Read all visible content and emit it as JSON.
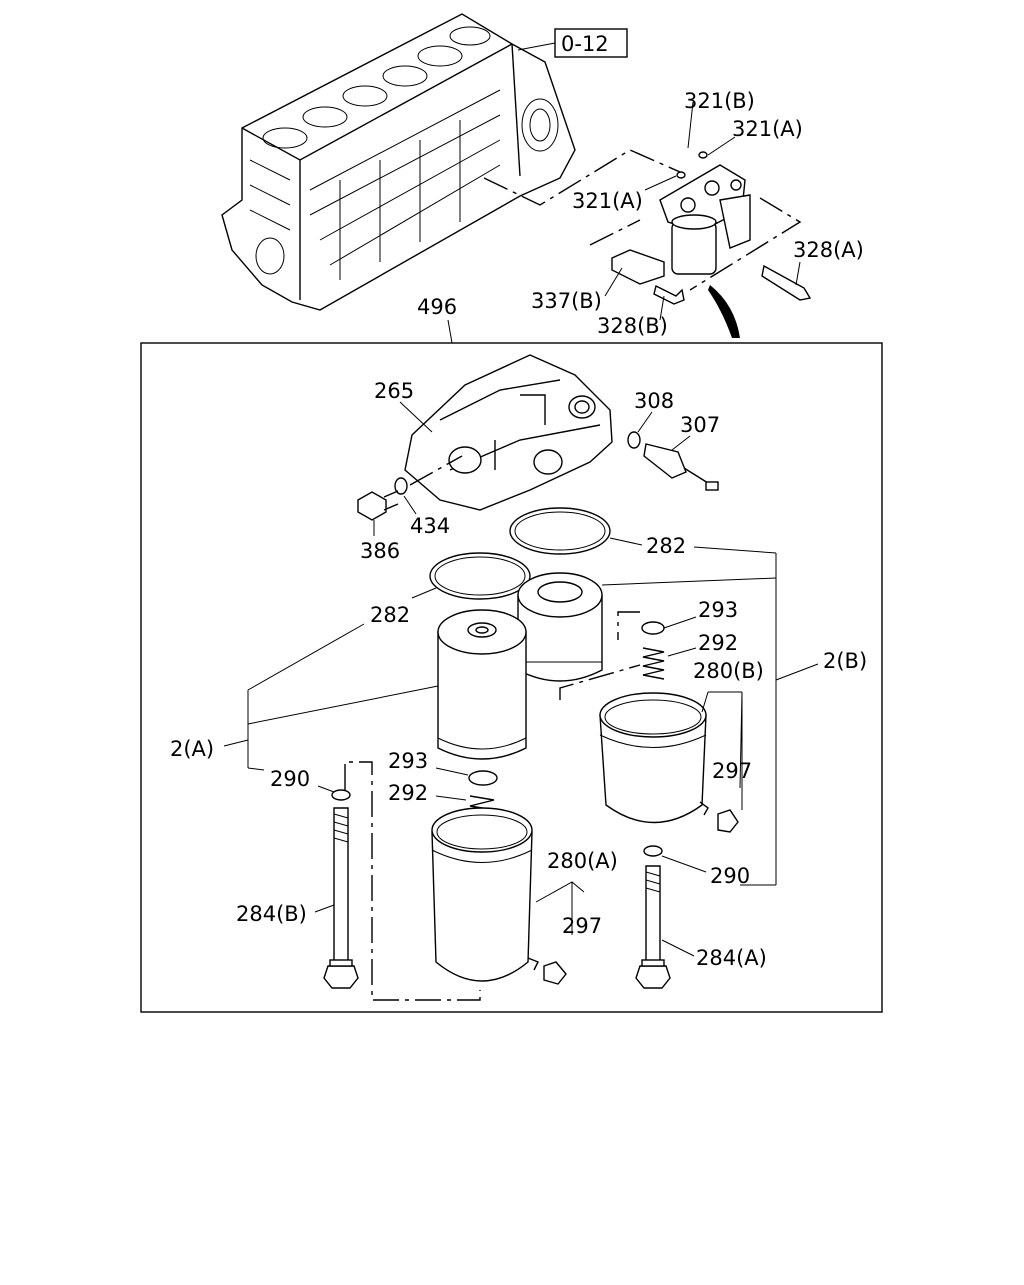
{
  "diagram": {
    "ref_box": "0-12",
    "callouts": {
      "c321b": "321(B)",
      "c321a_top": "321(A)",
      "c321a_left": "321(A)",
      "c328a": "328(A)",
      "c337b": "337(B)",
      "c328b": "328(B)",
      "c496": "496",
      "c265": "265",
      "c308": "308",
      "c307": "307",
      "c434": "434",
      "c386": "386",
      "c282_top": "282",
      "c282_left": "282",
      "c293_right": "293",
      "c292_right": "292",
      "c2b": "2(B)",
      "c280b": "280(B)",
      "c2a": "2(A)",
      "c290_left": "290",
      "c293_mid": "293",
      "c292_mid": "292",
      "c297_right": "297",
      "c280a": "280(A)",
      "c290_right": "290",
      "c284b": "284(B)",
      "c297_mid": "297",
      "c284a": "284(A)"
    }
  }
}
